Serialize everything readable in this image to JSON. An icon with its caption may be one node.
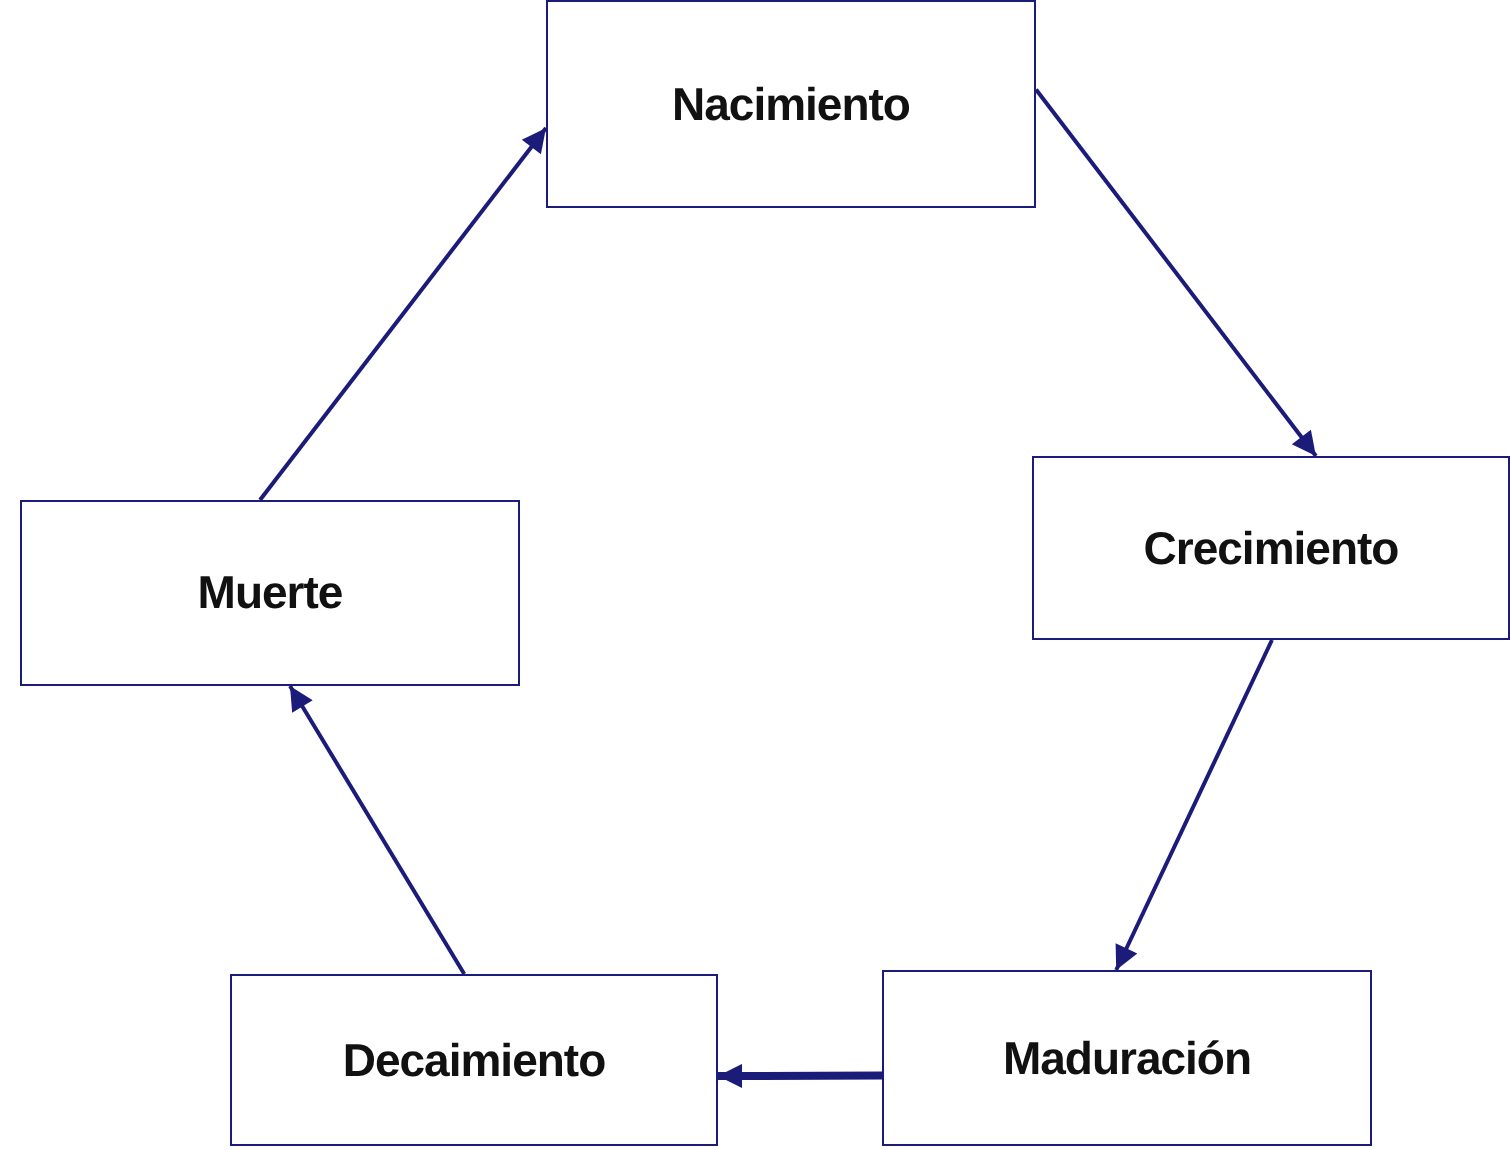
{
  "diagram": {
    "nodes": [
      {
        "text": [
          "Nacimiento"
        ]
      },
      {
        "text": [
          "Crecimiento"
        ]
      },
      {
        "text": [
          "Maduración"
        ]
      },
      {
        "text": [
          "Decaimiento"
        ]
      },
      {
        "text": [
          "Muerte"
        ]
      }
    ],
    "edges": [
      {
        "from": 0,
        "to": 1,
        "arrow": "to"
      },
      {
        "from": 1,
        "to": 2,
        "arrow": "to"
      },
      {
        "from": 2,
        "to": 3,
        "arrow": "to",
        "style": "thick"
      },
      {
        "from": 3,
        "to": 4,
        "arrow": "to"
      },
      {
        "from": 4,
        "to": 0,
        "arrow": "to"
      }
    ]
  }
}
